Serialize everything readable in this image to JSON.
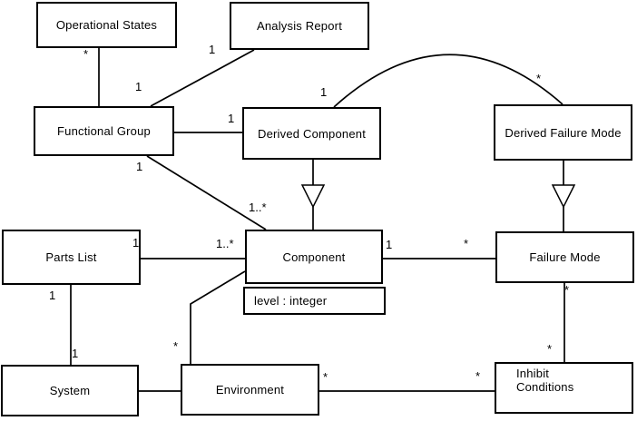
{
  "diagram_type": "uml-class-diagram",
  "colors": {
    "background": "#ffffff",
    "line": "#000000",
    "text": "#000000"
  },
  "classes": {
    "operational_states": {
      "name": "Operational States"
    },
    "analysis_report": {
      "name": "Analysis Report"
    },
    "functional_group": {
      "name": "Functional Group"
    },
    "derived_component": {
      "name": "Derived Component"
    },
    "derived_failure_mode": {
      "name": "Derived Failure Mode"
    },
    "parts_list": {
      "name": "Parts List"
    },
    "component": {
      "name": "Component",
      "attributes": [
        "level : integer"
      ]
    },
    "failure_mode": {
      "name": "Failure Mode"
    },
    "system": {
      "name": "System"
    },
    "environment": {
      "name": "Environment"
    },
    "inhibit_conditions": {
      "name": "Inhibit Conditions"
    }
  },
  "edges": [
    {
      "type": "association",
      "from": "Functional Group",
      "to": "Operational States",
      "labels": [
        {
          "end": "operational_states",
          "text": "*"
        }
      ]
    },
    {
      "type": "association",
      "from": "Analysis Report",
      "to": "Functional Group",
      "labels": [
        {
          "end": "analysis_report",
          "text": "1"
        },
        {
          "end": "functional_group",
          "text": "1"
        }
      ]
    },
    {
      "type": "association",
      "from": "Functional Group",
      "to": "Derived Component",
      "labels": [
        {
          "end": "derived_component",
          "text": "1"
        }
      ]
    },
    {
      "type": "association",
      "from": "Derived Component",
      "to": "Derived Failure Mode",
      "labels": [
        {
          "end": "derived_component",
          "text": "1"
        },
        {
          "end": "derived_failure_mode",
          "text": "*"
        }
      ]
    },
    {
      "type": "association",
      "from": "Functional Group",
      "to": "Component",
      "labels": [
        {
          "end": "functional_group",
          "text": "1"
        },
        {
          "end": "component",
          "text": "1..*"
        }
      ]
    },
    {
      "type": "generalization",
      "from": "Derived Component",
      "to": "Component",
      "arrow": "hollow-triangle",
      "labels": []
    },
    {
      "type": "generalization",
      "from": "Derived Failure Mode",
      "to": "Failure Mode",
      "arrow": "hollow-triangle",
      "labels": []
    },
    {
      "type": "association",
      "from": "Parts List",
      "to": "Component",
      "labels": [
        {
          "end": "parts_list",
          "text": "1"
        },
        {
          "end": "component",
          "text": "1..*"
        }
      ]
    },
    {
      "type": "association",
      "from": "Component",
      "to": "Failure Mode",
      "labels": [
        {
          "end": "component",
          "text": "1"
        },
        {
          "end": "failure_mode",
          "text": "*"
        }
      ]
    },
    {
      "type": "association",
      "from": "Parts List",
      "to": "System",
      "labels": [
        {
          "end": "parts_list",
          "text": "1"
        },
        {
          "end": "system",
          "text": "1"
        }
      ]
    },
    {
      "type": "association",
      "from": "System",
      "to": "Environment",
      "labels": []
    },
    {
      "type": "association",
      "from": "Component",
      "to": "Environment",
      "labels": [
        {
          "end": "environment",
          "text": "*"
        }
      ]
    },
    {
      "type": "association",
      "from": "Environment",
      "to": "Inhibit Conditions",
      "labels": [
        {
          "end": "environment",
          "text": "*"
        },
        {
          "end": "inhibit_conditions",
          "text": "*"
        }
      ]
    },
    {
      "type": "association",
      "from": "Failure Mode",
      "to": "Inhibit Conditions",
      "labels": [
        {
          "end": "failure_mode",
          "text": "*"
        },
        {
          "end": "inhibit_conditions",
          "text": "*"
        }
      ]
    }
  ]
}
